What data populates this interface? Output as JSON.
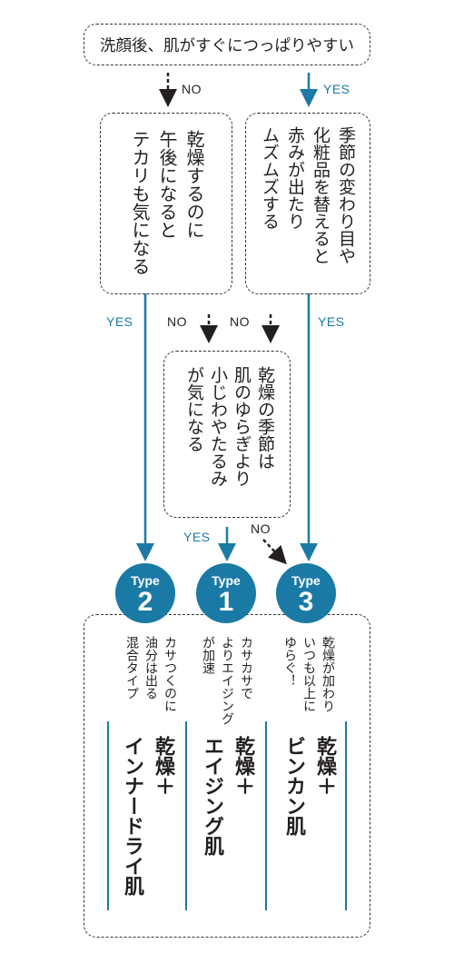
{
  "question1": "洗顔後、肌がすぐにつっぱりやすい",
  "label_no": "NO",
  "label_yes": "YES",
  "question_left": "乾燥するのに\n午後になると\nテカリも気になる",
  "question_right": "季節の変わり目や\n化粧品を替えると\n赤みが出たり\nムズムズする",
  "question_mid": "乾燥の季節は\n肌のゆらぎより\n小じわやたるみ\nが気になる",
  "types": [
    {
      "type_word": "Type",
      "number": "2",
      "desc": "カサつくのに\n油分は出る\n混合タイプ",
      "name": "乾燥＋\nインナードライ肌"
    },
    {
      "type_word": "Type",
      "number": "1",
      "desc": "カサカサで\nよりエイジング\nが加速",
      "name": "乾燥＋\nエイジング肌"
    },
    {
      "type_word": "Type",
      "number": "3",
      "desc": "乾燥が加わり\nいつも以上に\nゆらぐ！",
      "name": "乾燥＋\nビンカン肌"
    }
  ],
  "colors": {
    "accent": "#1b7aa5",
    "text": "#231f20"
  }
}
